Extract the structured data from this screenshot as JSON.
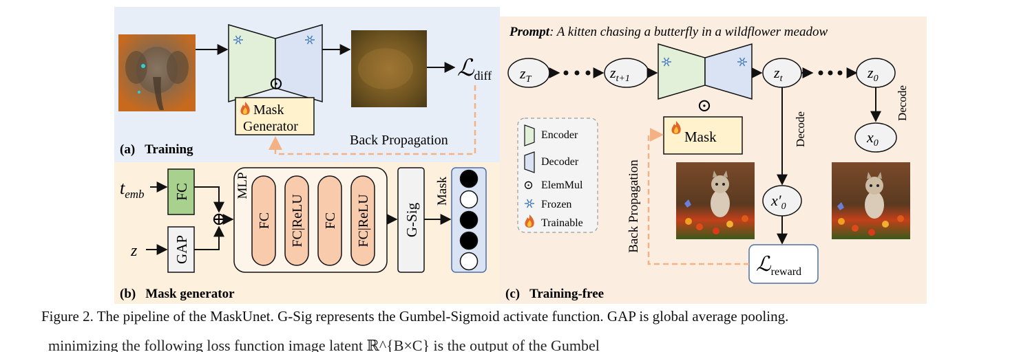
{
  "panel_a": {
    "label": "(a)",
    "title": "Training",
    "mask_generator_label": "Mask Generator",
    "mask_generator_line1": "Mask",
    "mask_generator_line2": "Generator",
    "loss_symbol": "ℒ",
    "loss_sub": "diff",
    "back_propagation": "Back Propagation",
    "elem_mul_symbol": "⊙"
  },
  "panel_b": {
    "label": "(b)",
    "title": "Mask generator",
    "inputs": [
      {
        "symbol": "t",
        "sub": "emb"
      },
      {
        "symbol": "z",
        "sub": ""
      }
    ],
    "fc_label": "FC",
    "gap_label": "GAP",
    "plus_symbol": "⊕",
    "mlp_label": "MLP",
    "mlp_layers": [
      "FC",
      "FC|ReLU",
      "FC",
      "FC|ReLU"
    ],
    "gsig_label": "G-Sig",
    "mask_label": "Mask",
    "mask_bits": [
      1,
      0,
      1,
      1,
      0
    ]
  },
  "panel_c": {
    "label": "(c)",
    "title": "Training-free",
    "prompt_label": "Prompt",
    "prompt_text": ": A kitten chasing a butterfly in a wildflower meadow",
    "nodes": {
      "zT": {
        "symbol": "z",
        "sub": "T"
      },
      "zt1": {
        "symbol": "z",
        "sub": "t+1"
      },
      "zt": {
        "symbol": "z",
        "sub": "t"
      },
      "z0": {
        "symbol": "z",
        "sub": "0"
      },
      "x0": {
        "symbol": "x",
        "sub": "0"
      },
      "x0p": {
        "symbol": "x′",
        "sub": "0"
      }
    },
    "mask_label": "Mask",
    "decode_label": "Decode",
    "back_propagation": "Back Propagation",
    "loss_symbol": "ℒ",
    "loss_sub": "reward",
    "elem_mul_symbol": "⊙"
  },
  "legend": {
    "items": [
      {
        "label": "Encoder",
        "icon": "encoder-shape"
      },
      {
        "label": "Decoder",
        "icon": "decoder-shape"
      },
      {
        "label": "ElemMul",
        "icon": "elemmul-symbol"
      },
      {
        "label": "Frozen",
        "icon": "snowflake-icon"
      },
      {
        "label": "Trainable",
        "icon": "flame-icon"
      }
    ]
  },
  "colors": {
    "panel_a_bg": "#e8eef7",
    "panel_b_bg": "#fdf0dc",
    "panel_c_bg": "#fbeee1",
    "encoder": "#e2f0d9",
    "decoder": "#dae3f3",
    "fc_green": "#a9d18e",
    "mlp_layer": "#f8cbad",
    "mask_box": "#fff2cc",
    "mask_col": "#dae3f3",
    "backprop": "#f4b183",
    "snowflake": "#4a7fc1",
    "flame": "#e0662a"
  },
  "caption": "Figure 2. The pipeline of the MaskUnet. G-Sig represents the Gumbel-Sigmoid activate function. GAP is global average pooling.",
  "cutoff_text": "minimizing the following loss function                                     image latent     ℝ^{B×C}   is the output of the  Gumbel"
}
